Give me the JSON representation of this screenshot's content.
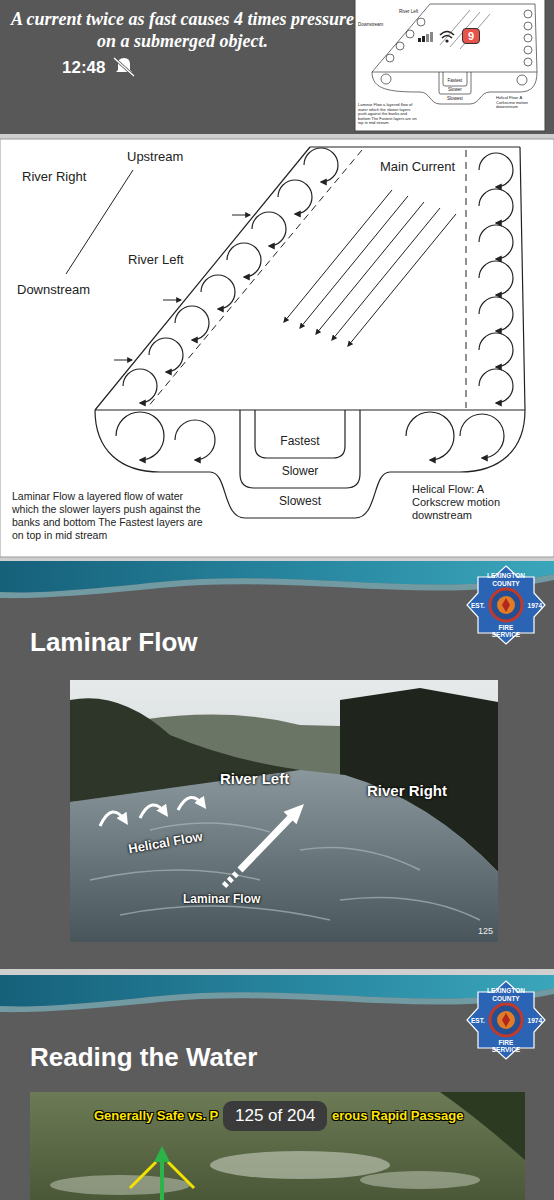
{
  "diagram": {
    "nodes": [
      {
        "text": [
          "9"
        ]
      },
      {
        "text": [
          "LEXINGTON",
          "COUNTY",
          "EST.",
          "1974",
          "FIRE",
          "SERVICE"
        ]
      },
      {
        "text": [
          "LEXINGTON",
          "COUNTY",
          "EST.",
          "1974",
          "FIRE",
          "SERVICE"
        ]
      },
      {
        "text": [
          "125 of 204"
        ]
      }
    ],
    "labels": [
      "12:48",
      "A current twice as fast causes 4 times pressure on a submerged object.",
      "River Left",
      "Downstream",
      "Fastest",
      "Slower",
      "Slowest",
      "Laminar Flow a layered flow of water which the slower layers push against the banks and bottom The Fastest layers are on top in mid stream",
      "Helical Flow: A Corkscrew motion downstream",
      "Upstream",
      "River Right",
      "River Left",
      "Downstream",
      "Main Current",
      "Fastest",
      "Slower",
      "Slowest",
      "Laminar Flow a layered flow of water which the slower layers push against the banks and bottom The Fastest layers are on top in mid stream",
      "Helical Flow: A Corkscrew motion downstream",
      "Laminar Flow",
      "River Left",
      "River Right",
      "Helical Flow",
      "Laminar Flow",
      "125",
      "Reading the Water",
      "Generally Safe vs. P",
      "erous Rapid Passage"
    ]
  }
}
